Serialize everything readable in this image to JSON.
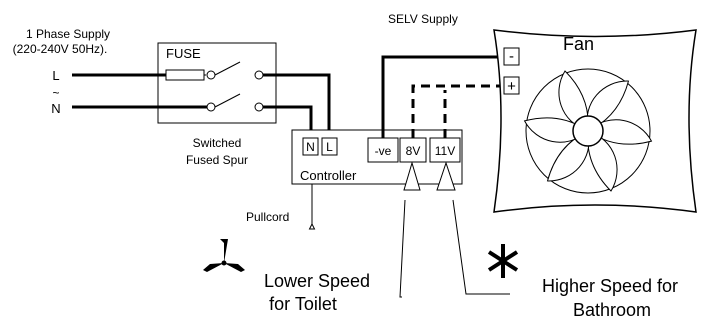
{
  "supply": {
    "line1": "1 Phase Supply",
    "line2": "(220-240V 50Hz).",
    "live": "L",
    "tilde": "~",
    "neutral": "N"
  },
  "fuse_spur": {
    "fuse_label": "FUSE",
    "caption_line1": "Switched",
    "caption_line2": "Fused Spur"
  },
  "controller": {
    "label": "Controller",
    "terminals": {
      "n": "N",
      "l": "L",
      "neg": "-ve",
      "v8": "8V",
      "v11": "11V"
    }
  },
  "pullcord": "Pullcord",
  "selv": "SELV Supply",
  "fan": {
    "title": "Fan",
    "minus": "-",
    "plus": "+"
  },
  "lower_speed": {
    "line1": "Lower Speed",
    "line2": "for Toilet"
  },
  "higher_speed": {
    "line1": "Higher Speed for",
    "line2": "Bathroom"
  }
}
